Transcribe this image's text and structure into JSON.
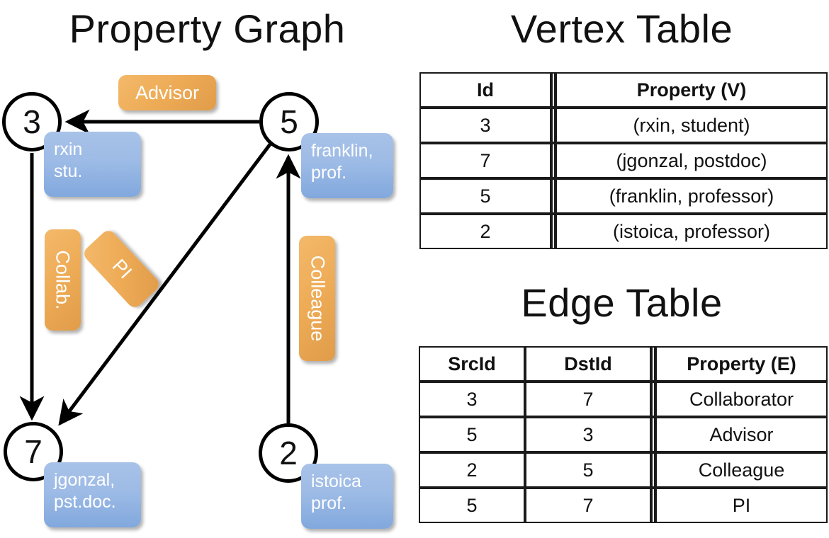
{
  "titles": {
    "property_graph": "Property Graph",
    "vertex_table": "Vertex Table",
    "edge_table": "Edge Table"
  },
  "colors": {
    "vertex_property_fill": "#d4ddf0",
    "edge_property_fill": "#f8e0c8",
    "node_callout_blue": "#9dbbe6",
    "edge_callout_orange": "#eeab56",
    "stroke": "#000000"
  },
  "graph": {
    "nodes": [
      {
        "id": "3",
        "label": "3",
        "property_line1": "rxin",
        "property_line2": "stu."
      },
      {
        "id": "5",
        "label": "5",
        "property_line1": "franklin,",
        "property_line2": "prof."
      },
      {
        "id": "7",
        "label": "7",
        "property_line1": "jgonzal,",
        "property_line2": "pst.doc."
      },
      {
        "id": "2",
        "label": "2",
        "property_line1": "istoica",
        "property_line2": "prof."
      }
    ],
    "edges": [
      {
        "src": "5",
        "dst": "3",
        "label": "Advisor"
      },
      {
        "src": "3",
        "dst": "7",
        "label": "Collab."
      },
      {
        "src": "5",
        "dst": "7",
        "label": "PI"
      },
      {
        "src": "2",
        "dst": "5",
        "label": "Colleague"
      }
    ]
  },
  "vertex_table": {
    "headers": [
      "Id",
      "Property (V)"
    ],
    "rows": [
      {
        "id": "3",
        "property": "(rxin, student)"
      },
      {
        "id": "7",
        "property": "(jgonzal, postdoc)"
      },
      {
        "id": "5",
        "property": "(franklin, professor)"
      },
      {
        "id": "2",
        "property": "(istoica, professor)"
      }
    ]
  },
  "edge_table": {
    "headers": [
      "SrcId",
      "DstId",
      "Property (E)"
    ],
    "rows": [
      {
        "src": "3",
        "dst": "7",
        "property": "Collaborator"
      },
      {
        "src": "5",
        "dst": "3",
        "property": "Advisor"
      },
      {
        "src": "2",
        "dst": "5",
        "property": "Colleague"
      },
      {
        "src": "5",
        "dst": "7",
        "property": "PI"
      }
    ]
  }
}
